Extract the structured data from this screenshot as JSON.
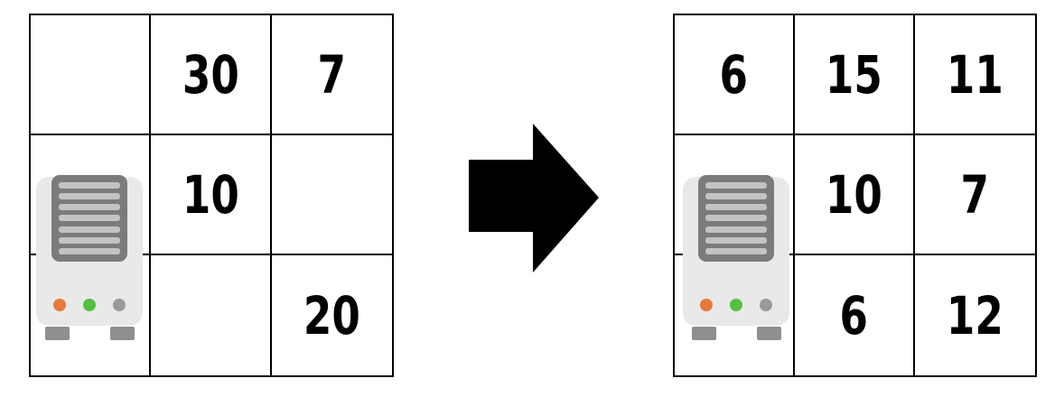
{
  "grids": {
    "before": {
      "rows": [
        [
          "",
          "30",
          "7"
        ],
        [
          "",
          "10",
          ""
        ],
        [
          "",
          "",
          "20"
        ]
      ]
    },
    "after": {
      "rows": [
        [
          "6",
          "15",
          "11"
        ],
        [
          "",
          "10",
          "7"
        ],
        [
          "",
          "6",
          "12"
        ]
      ]
    }
  },
  "icons": {
    "server": "server-icon",
    "arrow": "arrow-right-icon"
  },
  "colors": {
    "grid-line": "#000000",
    "number": "#000000",
    "arrow": "#000000",
    "server-body": "#e9e9e9",
    "server-grille": "#7b7b7b",
    "server-stripe": "#c3c3c3",
    "server-foot": "#8f8f8f",
    "led-orange": "#e8793c",
    "led-green": "#55bf41",
    "led-gray": "#9a9a9a"
  }
}
